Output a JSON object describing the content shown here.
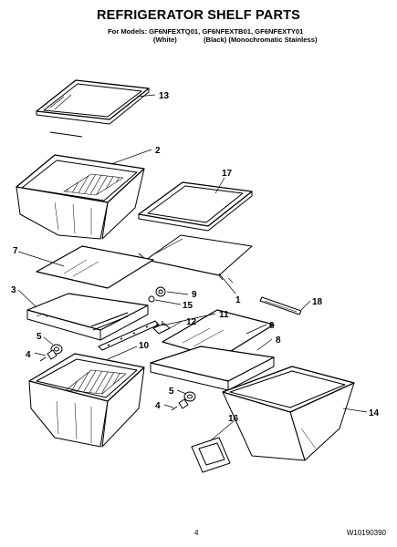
{
  "header": {
    "title": "REFRIGERATOR SHELF PARTS",
    "models": "For Models: GF6NFEXTQ01, GF6NFEXTB01, GF6NFEXTY01",
    "variants": [
      "(White)",
      "(Black) (Monochromatic Stainless)"
    ]
  },
  "callouts": [
    "13",
    "2",
    "17",
    "7",
    "3",
    "1",
    "9",
    "15",
    "11",
    "12",
    "18",
    "6",
    "8",
    "5",
    "4",
    "10",
    "5",
    "4",
    "16",
    "14"
  ],
  "footer": {
    "page_number": "4",
    "doc_number": "W10190390"
  }
}
